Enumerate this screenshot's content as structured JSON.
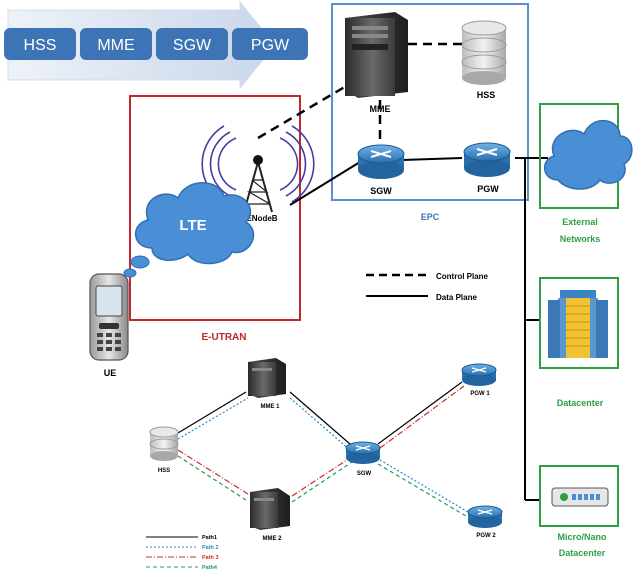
{
  "banner": {
    "items": [
      "HSS",
      "MME",
      "SGW",
      "PGW"
    ]
  },
  "eutran": {
    "label": "E-UTRAN",
    "cloud_label": "LTE",
    "enodeb_label": "ENodeB",
    "ue_label": "UE"
  },
  "epc": {
    "label": "EPC",
    "mme_label": "MME",
    "hss_label": "HSS",
    "sgw_label": "SGW",
    "pgw_label": "PGW"
  },
  "external": {
    "label_line1": "External",
    "label_line2": "Networks"
  },
  "datacenter": {
    "label": "Datacenter"
  },
  "micro": {
    "label_line1": "Micro/Nano",
    "label_line2": "Datacenter"
  },
  "legend": {
    "control": "Control Plane",
    "data": "Data Plane"
  },
  "lower": {
    "hss": "HSS",
    "mme1": "MME 1",
    "mme2": "MME 2",
    "sgw": "SGW",
    "pgw1": "PGW 1",
    "pgw2": "PGW 2",
    "paths": [
      "Path1",
      "Path 2",
      "Path 3",
      "Path4"
    ]
  },
  "colors": {
    "banner": "#3d74b6",
    "eutran_border": "#c0282d",
    "epc_border": "#5b8fc9",
    "green": "#2e9e45",
    "cloud": "#4a8fd6",
    "router": "#3b84c4",
    "path1": "#000000",
    "path2": "#2a8cc9",
    "path3": "#d22b2b",
    "path4": "#1f9d55"
  }
}
